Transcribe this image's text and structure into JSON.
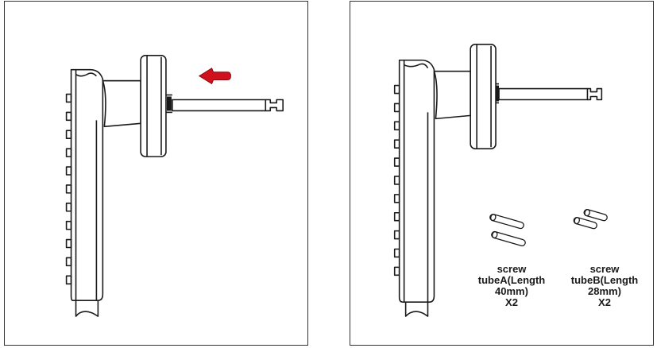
{
  "left_panel": {},
  "right_panel": {
    "part_a": {
      "line1": "screw",
      "line2": "tubeA(Length",
      "line3": "40mm)",
      "line4": "X2"
    },
    "part_b": {
      "line1": "screw",
      "line2": "tubeB(Length",
      "line3": "28mm)",
      "line4": "X2"
    }
  },
  "colors": {
    "line": "#1a1a1a",
    "arrow": "#d0101a"
  }
}
